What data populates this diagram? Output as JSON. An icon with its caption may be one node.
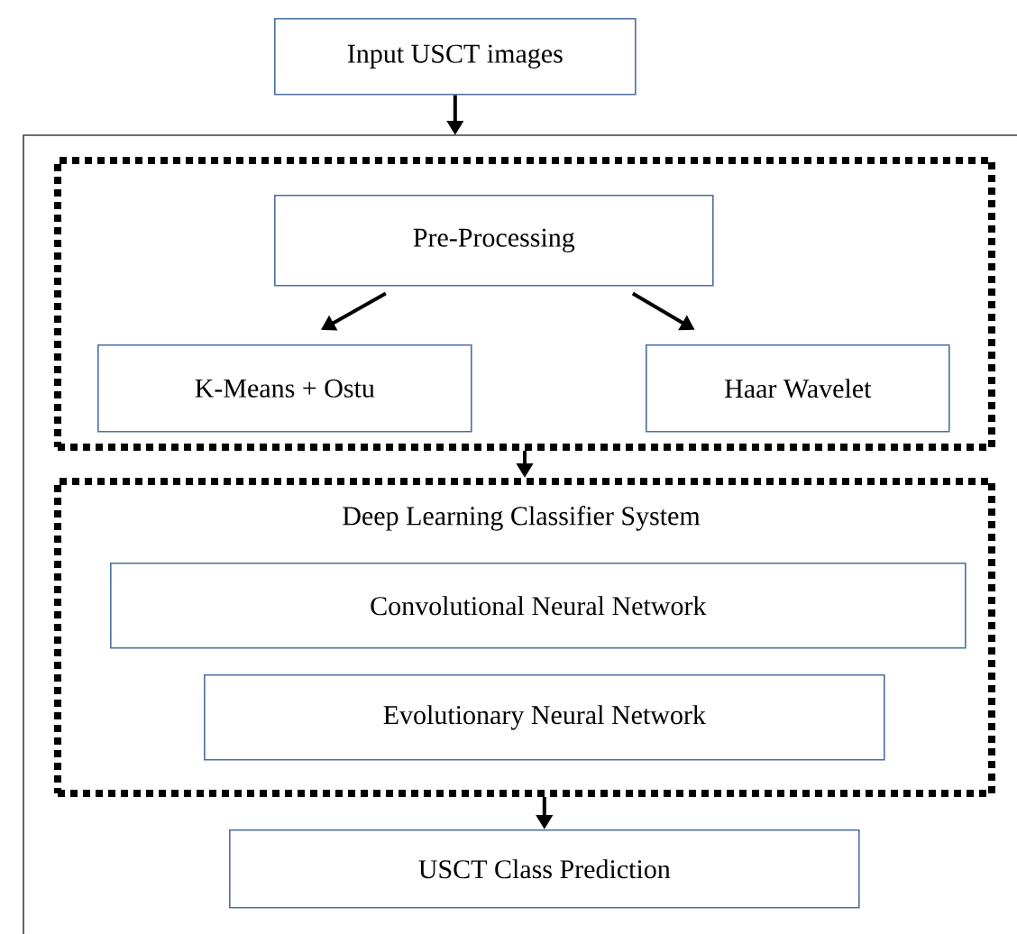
{
  "diagram": {
    "nodes": [
      {
        "text": [
          "Input USCT images"
        ]
      },
      {
        "text": [],
        "shape": "box"
      },
      {
        "text": [],
        "shape": "box",
        "in": 1
      },
      {
        "text": [
          "Pre-Processing"
        ],
        "in": 2
      },
      {
        "text": [
          "K-Means + Ostu"
        ],
        "in": 2
      },
      {
        "text": [
          "Haar Wavelet"
        ],
        "in": 2
      },
      {
        "text": [
          "Deep Learning Classifier System"
        ],
        "in": 1
      },
      {
        "text": [
          "Convolutional Neural Network"
        ],
        "in": 6
      },
      {
        "text": [
          "Evolutionary Neural Network"
        ],
        "in": 6
      },
      {
        "text": [
          "USCT Class Prediction"
        ],
        "in": 1
      }
    ],
    "edges": [
      {
        "from": 0,
        "to": 1,
        "arrow": "to"
      },
      {
        "from": 3,
        "to": 4,
        "arrow": "to"
      },
      {
        "from": 3,
        "to": 5,
        "arrow": "to"
      },
      {
        "from": 2,
        "to": 6,
        "arrow": "to"
      },
      {
        "from": 6,
        "to": 9,
        "arrow": "to"
      }
    ]
  }
}
